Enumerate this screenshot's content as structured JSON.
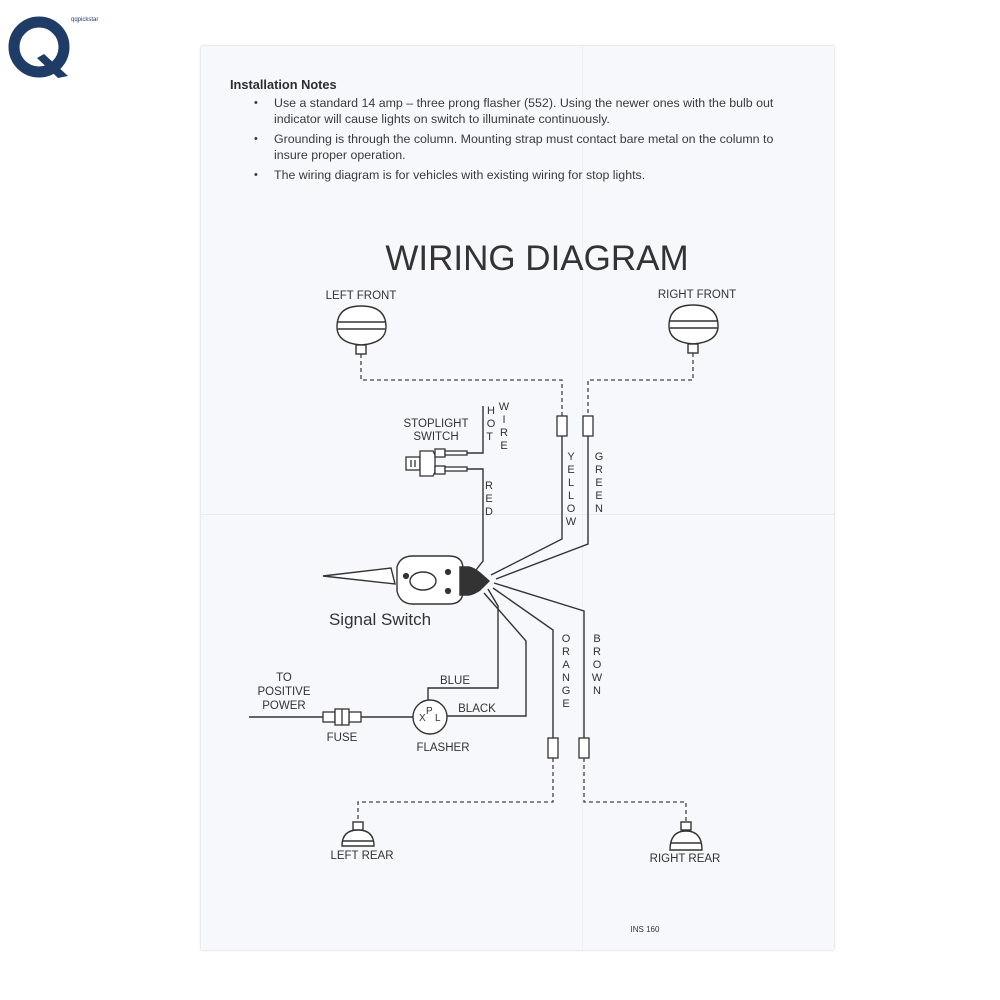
{
  "brand": {
    "logo_letter": "Q",
    "logo_text": "qqpickstar",
    "color": "#1f3c66"
  },
  "notes": {
    "heading": "Installation Notes",
    "items": [
      "Use a standard 14 amp – three prong flasher (552).  Using the newer ones with the bulb out indicator will cause lights on switch to illuminate continuously.",
      "Grounding is through the column.  Mounting strap must contact bare metal on the column to insure proper operation.",
      "The wiring diagram is for vehicles with existing wiring for stop lights."
    ]
  },
  "diagram": {
    "title": "WIRING DIAGRAM",
    "lights": {
      "left_front": "LEFT FRONT",
      "right_front": "RIGHT FRONT",
      "left_rear": "LEFT REAR",
      "right_rear": "RIGHT REAR"
    },
    "components": {
      "stoplight_switch_line1": "STOPLIGHT",
      "stoplight_switch_line2": "SWITCH",
      "signal_switch": "Signal Switch",
      "flasher": "FLASHER",
      "fuse": "FUSE",
      "to_positive_line1": "TO",
      "to_positive_line2": "POSITIVE",
      "to_positive_line3": "POWER",
      "flasher_x": "X",
      "flasher_p": "P",
      "flasher_l": "L"
    },
    "wires": {
      "hot_wire": "HOT WIRE",
      "red": "RED",
      "yellow": "YELLOW",
      "green": "GREEN",
      "orange": "ORANGE",
      "brown": "BROWN",
      "blue": "BLUE",
      "black": "BLACK"
    },
    "doc_code": "INS 160"
  }
}
